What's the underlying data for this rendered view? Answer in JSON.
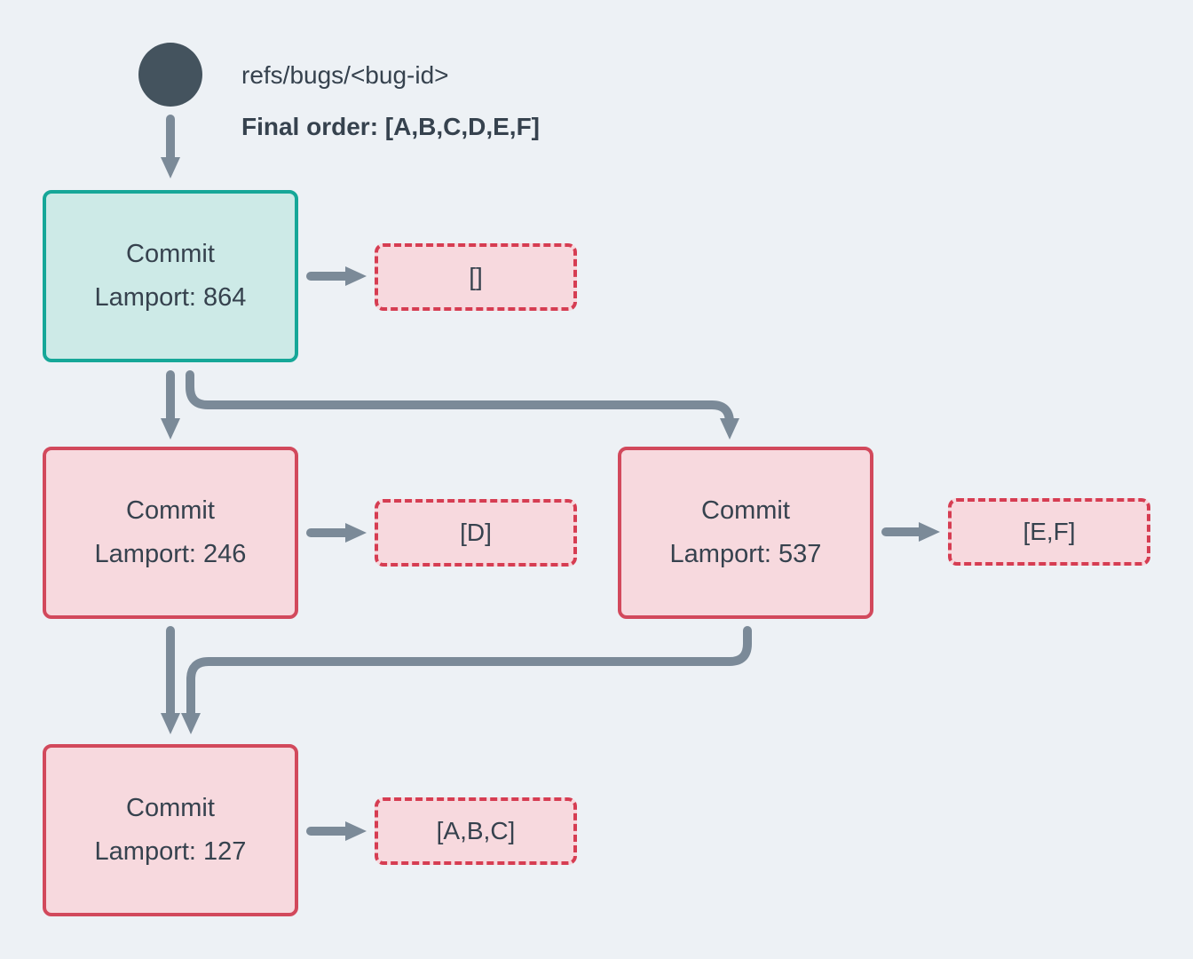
{
  "header": {
    "ref_label": "refs/bugs/<bug-id>",
    "final_order": "Final order: [A,B,C,D,E,F]"
  },
  "commits": [
    {
      "id": "commit-864",
      "title": "Commit",
      "lamport_label": "Lamport: 864",
      "payload": "[]",
      "highlighted": true
    },
    {
      "id": "commit-246",
      "title": "Commit",
      "lamport_label": "Lamport: 246",
      "payload": "[D]",
      "highlighted": false
    },
    {
      "id": "commit-537",
      "title": "Commit",
      "lamport_label": "Lamport: 537",
      "payload": "[E,F]",
      "highlighted": false
    },
    {
      "id": "commit-127",
      "title": "Commit",
      "lamport_label": "Lamport: 127",
      "payload": "[A,B,C]",
      "highlighted": false
    }
  ],
  "edges": [
    {
      "from": "ref-circle",
      "to": "commit-864"
    },
    {
      "from": "commit-864",
      "to": "commit-246"
    },
    {
      "from": "commit-864",
      "to": "commit-537"
    },
    {
      "from": "commit-246",
      "to": "commit-127"
    },
    {
      "from": "commit-537",
      "to": "commit-127"
    },
    {
      "from": "commit-864",
      "to": "payload-empty"
    },
    {
      "from": "commit-246",
      "to": "payload-d"
    },
    {
      "from": "commit-537",
      "to": "payload-ef"
    },
    {
      "from": "commit-127",
      "to": "payload-abc"
    }
  ],
  "colors": {
    "background": "#edf1f5",
    "arrow": "#7b8a98",
    "circle": "#44535e",
    "text": "#36424e",
    "teal_border": "#16a798",
    "teal_fill": "#cdeae7",
    "red_border": "#d2495c",
    "red_dashed_border": "#d63d52",
    "pink_fill": "#f7d9de"
  }
}
